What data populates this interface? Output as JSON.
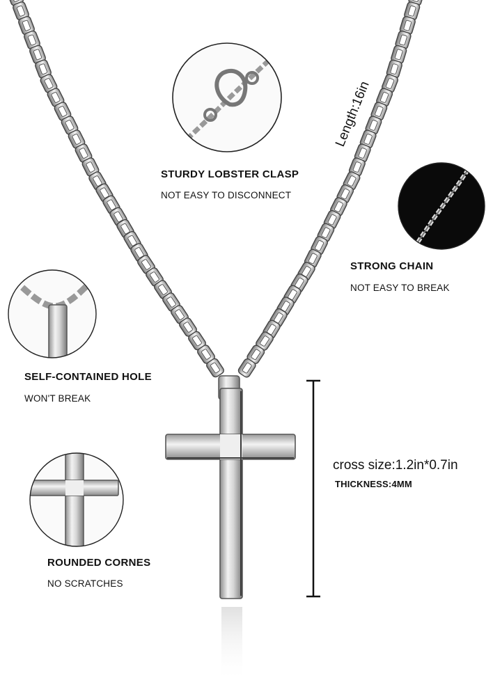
{
  "length_label": "Length:16in",
  "features": {
    "clasp": {
      "title": "STURDY LOBSTER CLASP",
      "subtitle": "NOT EASY TO DISCONNECT",
      "icon": "lobster-clasp-detail"
    },
    "chain": {
      "title": "STRONG CHAIN",
      "subtitle": "NOT EASY TO BREAK",
      "icon": "box-chain-detail"
    },
    "hole": {
      "title": "SELF-CONTAINED HOLE",
      "subtitle": "WON'T BREAK",
      "icon": "bail-hole-detail"
    },
    "corners": {
      "title": "ROUNDED CORNES",
      "subtitle": "NO SCRATCHES",
      "icon": "cross-corner-detail"
    }
  },
  "size": {
    "dimensions": "cross size:1.2in*0.7in",
    "thickness": "THICKNESS:4MM"
  },
  "colors": {
    "metal": "#c9c9c9",
    "metal_dark": "#6e6e6e",
    "background": "#ffffff",
    "chain_bg": "#0a0a0a"
  }
}
